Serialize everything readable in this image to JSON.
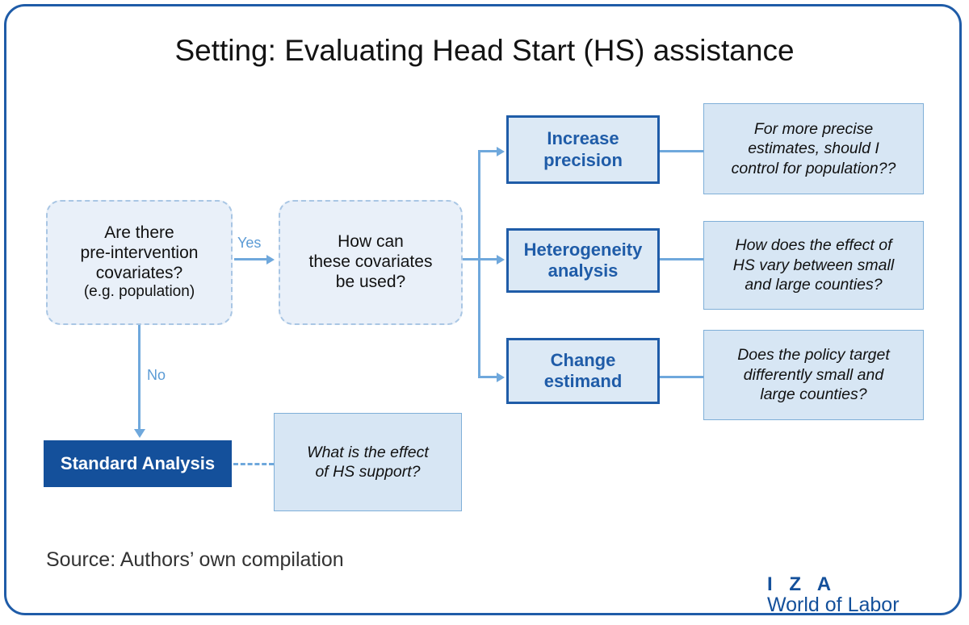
{
  "title": "Setting: Evaluating Head Start (HS) assistance",
  "decisions": [
    {
      "id": "covariates-question",
      "line1": "Are there",
      "line2": "pre-intervention",
      "line3": "covariates?",
      "sub": "(e.g. population)"
    },
    {
      "id": "how-used-question",
      "line1": "How can",
      "line2": "these covariates",
      "line3": "be used?"
    }
  ],
  "edge_labels": {
    "yes": "Yes",
    "no": "No"
  },
  "branches": [
    {
      "action_line1": "Increase",
      "action_line2": "precision",
      "question_line1": "For more precise",
      "question_line2": "estimates, should I",
      "question_line3": "control for population??"
    },
    {
      "action_line1": "Heterogeneity",
      "action_line2": "analysis",
      "question_line1": "How does the effect of",
      "question_line2": "HS vary between small",
      "question_line3": "and large counties?"
    },
    {
      "action_line1": "Change",
      "action_line2": "estimand",
      "question_line1": "Does the policy target",
      "question_line2": "differently small and",
      "question_line3": "large counties?"
    }
  ],
  "standard": {
    "label": "Standard Analysis",
    "question_line1": "What is the effect",
    "question_line2": "of HS support?"
  },
  "footer": {
    "source": "Source: Authors’ own compilation",
    "logo_line1": "I Z A",
    "logo_line2": "World of Labor"
  },
  "colors": {
    "frame": "#1F5CA8",
    "accent_dark": "#14509B",
    "accent_mid": "#6FA8DC",
    "box_fill": "#DCE9F5",
    "question_fill": "#D7E6F4"
  }
}
